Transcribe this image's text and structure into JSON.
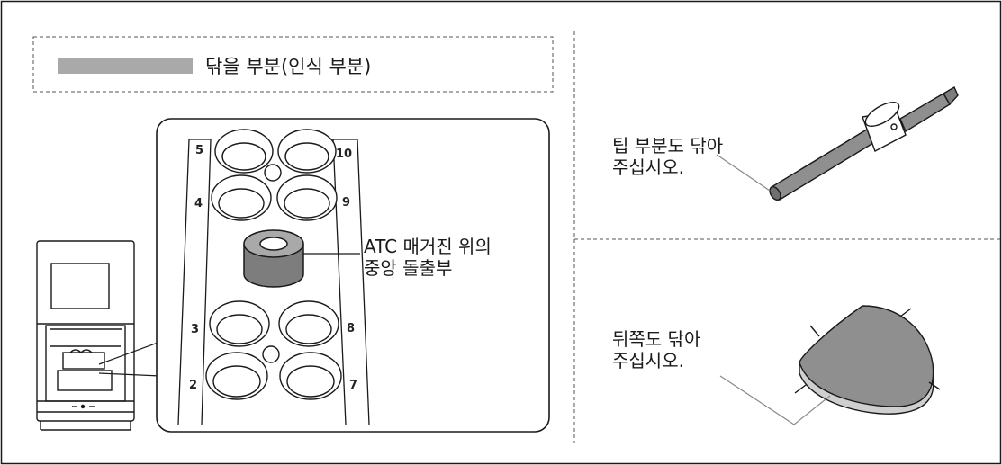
{
  "legend": {
    "swatch_color": "#a9a9a9",
    "text": "닦을 부분(인식 부분)"
  },
  "magazine": {
    "slot_numbers": [
      "5",
      "4",
      "3",
      "2",
      "10",
      "9",
      "8",
      "7"
    ],
    "callout": "ATC 매거진 위의\n중앙 돌출부"
  },
  "tool": {
    "callout": "팁 부분도 닦아\n주십시오."
  },
  "plate": {
    "callout": "뒤쪽도 닦아\n주십시오."
  },
  "colors": {
    "line": "#1a1a1a",
    "shade_dark": "#7d7d7d",
    "shade_mid": "#a9a9a9",
    "shade_light": "#cfcfcf",
    "dash": "#555555"
  }
}
